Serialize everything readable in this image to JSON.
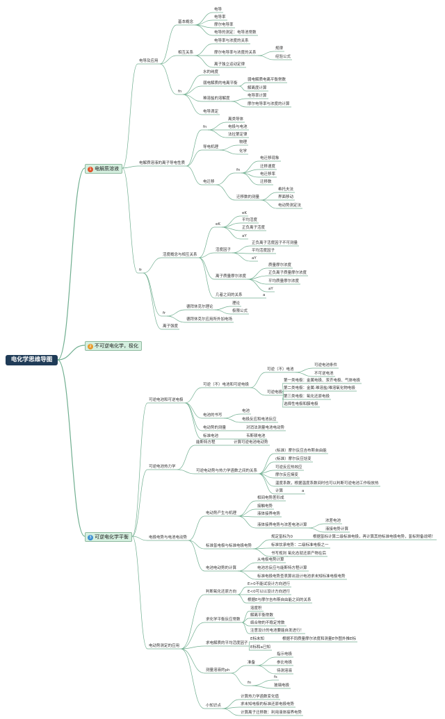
{
  "title": "电化学思维导图",
  "colors": {
    "line": "#6fae8f",
    "root_bg": "#1f3b57",
    "section_bg": "#d4efdf",
    "badge1": "#e0522a",
    "badge2": "#e79a2b",
    "badge3": "#3b8fd0"
  },
  "sections": [
    {
      "num": "1",
      "label": "电解质溶液"
    },
    {
      "num": "2",
      "label": "不可逆电化学，极化"
    },
    {
      "num": "3",
      "label": "可逆电化学平衡"
    }
  ],
  "nodes": [
    "电导及应用",
    "基本概念",
    "电导",
    "电导率",
    "摩尔电导率",
    "电导的测定：电导池常数",
    "相互关系",
    "电导率与浓度的关系",
    "摩尔电导率与浓度的关系",
    "规律",
    "经验公式",
    "离子独立运动定律",
    "fn",
    "水的纯度",
    "弱电解质的电离平衡",
    "弱电解质电离平衡常数",
    "解离度计算",
    "难溶盐的溶解度",
    "电导率计算",
    "摩尔电导率与浓度的计算",
    "电导滴定",
    "电解质溶液的离子导电性质",
    "fn",
    "离类导体",
    "电极与电池",
    "法拉第定律",
    "导电机理",
    "物理",
    "化学",
    "电迁移",
    "fn",
    "电迁移现象",
    "迁移速度",
    "电迁移率",
    "迁移数",
    "迁移数的测量",
    "希托夫法",
    "界面移动",
    "电动势测定法",
    "fr",
    "活度概念与相互关系",
    "eK",
    "eK",
    "平均活度",
    "正负离子活度",
    "aY",
    "活度因子",
    "正负离子活度因子不可测量",
    "平均活度因子",
    "aY",
    "离子质量摩尔浓度",
    "质量摩尔浓度",
    "正负离子质量摩尔浓度",
    "平均质量摩尔浓度",
    "aY",
    "几者之间的关系",
    "a",
    "fr",
    "德拜休克尔理论",
    "理论",
    "极限公式",
    "德拜休克尔应用所外加电场",
    "离子强度",
    "可逆电池和可逆电极",
    "可逆（不）电池和可逆电极",
    "可逆（不）电池",
    "可逆电池条件",
    "不可逆电池",
    "可逆电极",
    "第一类电极：金属电极、汞齐电极、气体电极",
    "第二类电极：金属-难溶盐/难溶氧化物电极",
    "第三类电极：氧化还原电极",
    "选择性电极和膜电极",
    "电池的书写",
    "电池",
    "电极反应和电池反应",
    "电动势的测量",
    "对消法测量电池电动势",
    "标准电池",
    "韦斯顿电池",
    "可逆电池热力学",
    "能斯特方程",
    "计算可逆电池电动势",
    "可逆电动势与热力学函数之间的关系",
    "(标准）摩尔反应吉布斯自由能",
    "(标准）摩尔反应焓变",
    "可逆反应热效应",
    "摩尔反应熵变",
    "温度系数，根据温度系数间时也可以判断可逆电池工作吸放热",
    "计算",
    "a",
    "电极电势与电池电动势",
    "电动势产生与机理",
    "相间电势差形成",
    "接触电势",
    "液体接界电势",
    "液体接界电势与浓差电池计算",
    "浓差电池",
    "液接电势计算",
    "标准氢电极与标准电极电势",
    "规定氢标为0",
    "根据氢标计算二级标准电极，再计算其他标准电极电势，氢标附备说明！",
    "标准饮承电势：二级标准电极之一",
    "书写规则",
    "氧化态就还原产物在后",
    "电池电动势的计算",
    "从电极电势计算",
    "电池总反应与能斯特方程计算",
    "标准电极电势查表算出设计电池求未知标准电极电势",
    "电动势测定的应用",
    "判断氧化还原方向",
    "E>0不能试设计方向进行",
    "E<0可以以设计方向进行",
    "根据E与摩尔吉布斯自由能之间的关系",
    "求化学平衡反应常数",
    "溶度积",
    "解离平衡常数",
    "络合物的不稳定常数",
    "注意设计的电池要能自发进行！",
    "求电解质的平均活度因子",
    "E标未知",
    "根据不同质量摩尔浓度和测量E作图外推E标",
    "E标和a已知",
    "测量溶液的ph",
    "准备",
    "指示电极",
    "参比电极",
    "待测溶液",
    "fn",
    "fs",
    "玻璃电极",
    "小知识点",
    "计算热力学函数变化值",
    "求未知电极的标准还原电极电势",
    "计算离子迁移数：利用液体接界电势"
  ]
}
